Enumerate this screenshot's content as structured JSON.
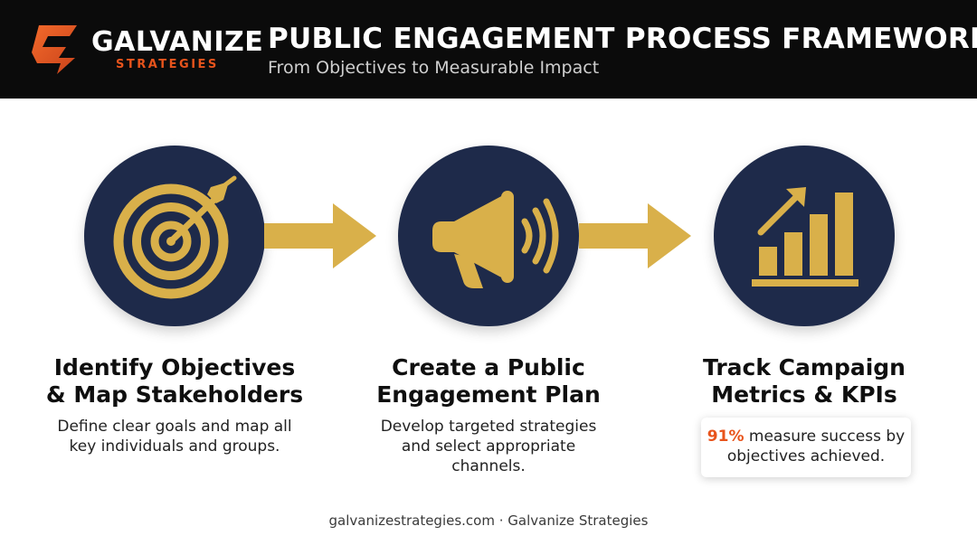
{
  "header": {
    "brand_name": "GALVANIZE",
    "brand_sub": "STRATEGIES",
    "title": "PUBLIC ENGAGEMENT PROCESS FRAMEWORK",
    "subtitle": "From Objectives to Measurable Impact"
  },
  "colors": {
    "header_bg": "#0b0b0b",
    "accent_orange": "#e8541c",
    "navy": "#1e2a4a",
    "gold": "#d9b04a"
  },
  "steps": [
    {
      "icon": "target-arrow-icon",
      "title_line1": "Identify Objectives",
      "title_line2": "& Map Stakeholders",
      "desc_line1": "Define clear goals and map all",
      "desc_line2": "key individuals and groups."
    },
    {
      "icon": "megaphone-icon",
      "title_line1": "Create a Public",
      "title_line2": "Engagement Plan",
      "desc_line1": "Develop targeted strategies",
      "desc_line2": "and select appropriate",
      "desc_line3": "channels."
    },
    {
      "icon": "growth-chart-icon",
      "title_line1": "Track Campaign",
      "title_line2": "Metrics & KPIs",
      "stat_value": "91%",
      "stat_text_line1": " measure success by",
      "stat_text_line2": "objectives achieved."
    }
  ],
  "footer": {
    "text": "galvanizestrategies.com · Galvanize Strategies"
  }
}
